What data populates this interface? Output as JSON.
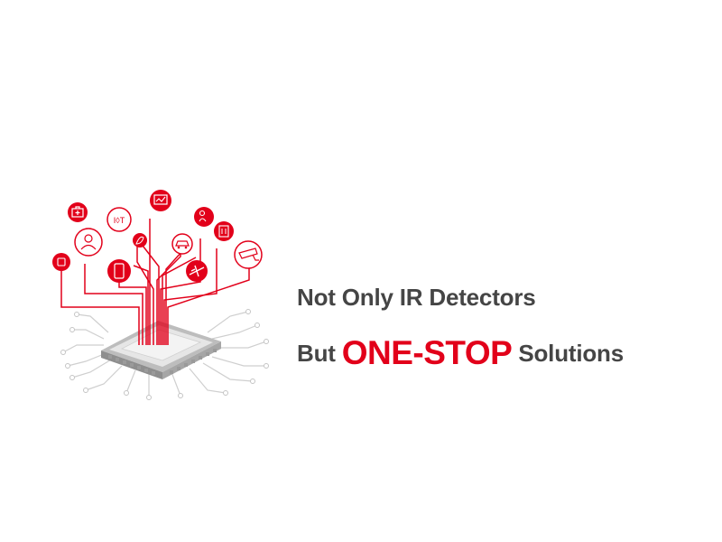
{
  "headline": {
    "line1": "Not Only IR Detectors",
    "line2_prefix": "But",
    "line2_accent": "ONE-STOP",
    "line2_suffix": "Solutions"
  },
  "colors": {
    "accent": "#e2001a",
    "text": "#454545",
    "circuit": "#c9c9c9",
    "chip": "#d9d9d9"
  },
  "icons": [
    "medical-kit-icon",
    "iot-icon",
    "monitor-chart-icon",
    "person-location-icon",
    "robot-icon",
    "person-headset-icon",
    "leaf-icon",
    "car-icon",
    "building-icon",
    "smartphone-icon",
    "airplane-icon",
    "security-camera-icon"
  ]
}
